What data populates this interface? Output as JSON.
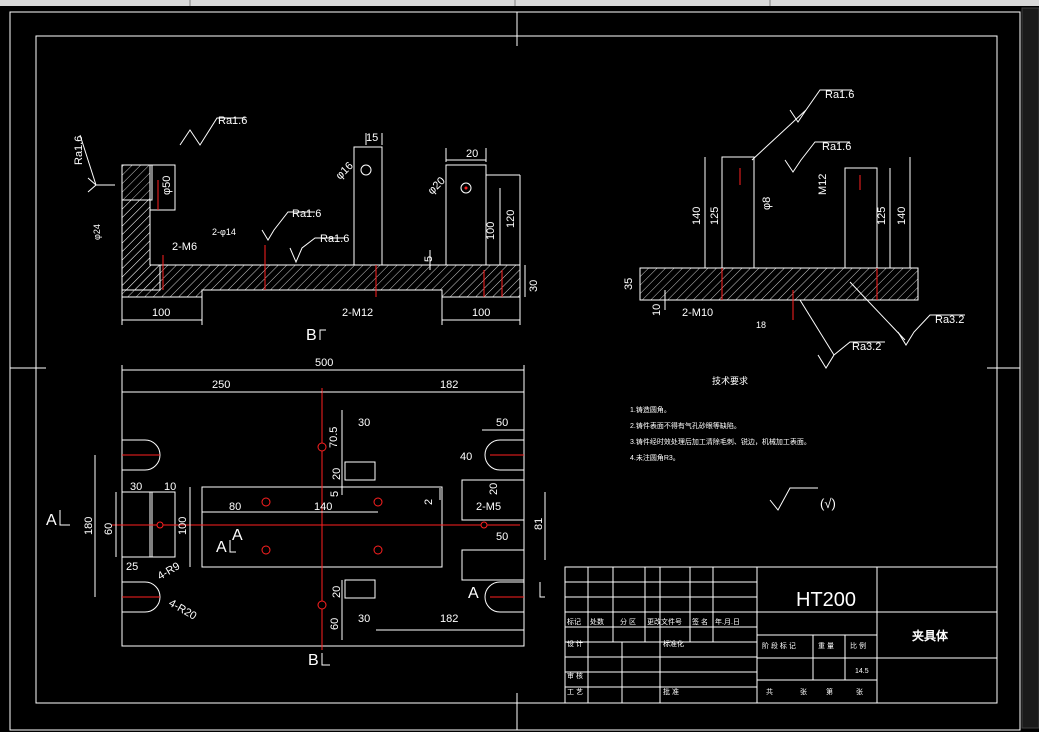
{
  "top_bar": {
    "segments": 4
  },
  "title_block": {
    "material": "HT200",
    "part_name": "夹具体",
    "scale": "14.5",
    "row1": [
      "标记",
      "处数",
      "分 区",
      "更改文件号",
      "签 名",
      "年.月.日"
    ],
    "row2_left": "设 计",
    "row2_right": "标准化",
    "row3_left": "审 核",
    "row4_left": "工 艺",
    "row4_right": "批 准",
    "stage_labels": [
      "阶 段 标 记",
      "重 量",
      "比 例"
    ],
    "bottom_labels": [
      "共",
      "张",
      "第",
      "张"
    ]
  },
  "tech_req": {
    "title": "技术要求",
    "items": [
      "1.铸造圆角。",
      "2.铸件表面不得有气孔砂眼等缺陷。",
      "3.铸件经时效处理后加工清除毛刺、锐边，机械加工表面。",
      "4.未注圆角R3。"
    ],
    "roughness_note": "(√)"
  },
  "front_view": {
    "roughness": [
      "Ra1.6",
      "Ra1.6",
      "Ra1.6",
      "Ra1.6"
    ],
    "dims": [
      "15",
      "20",
      "φ50",
      "φ16",
      "φ20",
      "100",
      "120",
      "5",
      "30",
      "100",
      "100",
      "2-M6",
      "2-M12",
      "2-φ14",
      "φ24"
    ],
    "section_label": "B"
  },
  "side_view": {
    "roughness": [
      "Ra1.6",
      "Ra1.6",
      "Ra3.2",
      "Ra3.2"
    ],
    "dims": [
      "140",
      "125",
      "φ8",
      "M12",
      "125",
      "140",
      "35",
      "10",
      "2-M10",
      "18"
    ]
  },
  "top_view": {
    "dims": [
      "500",
      "250",
      "182",
      "70.5",
      "30",
      "50",
      "20",
      "40",
      "20",
      "5",
      "30",
      "10",
      "80",
      "140",
      "2-M5",
      "50",
      "180",
      "60",
      "100",
      "81",
      "25",
      "4-R9",
      "4-R20",
      "20",
      "30",
      "182",
      "60",
      "2"
    ],
    "section_labels": [
      "A",
      "A",
      "A",
      "A",
      "B"
    ]
  }
}
